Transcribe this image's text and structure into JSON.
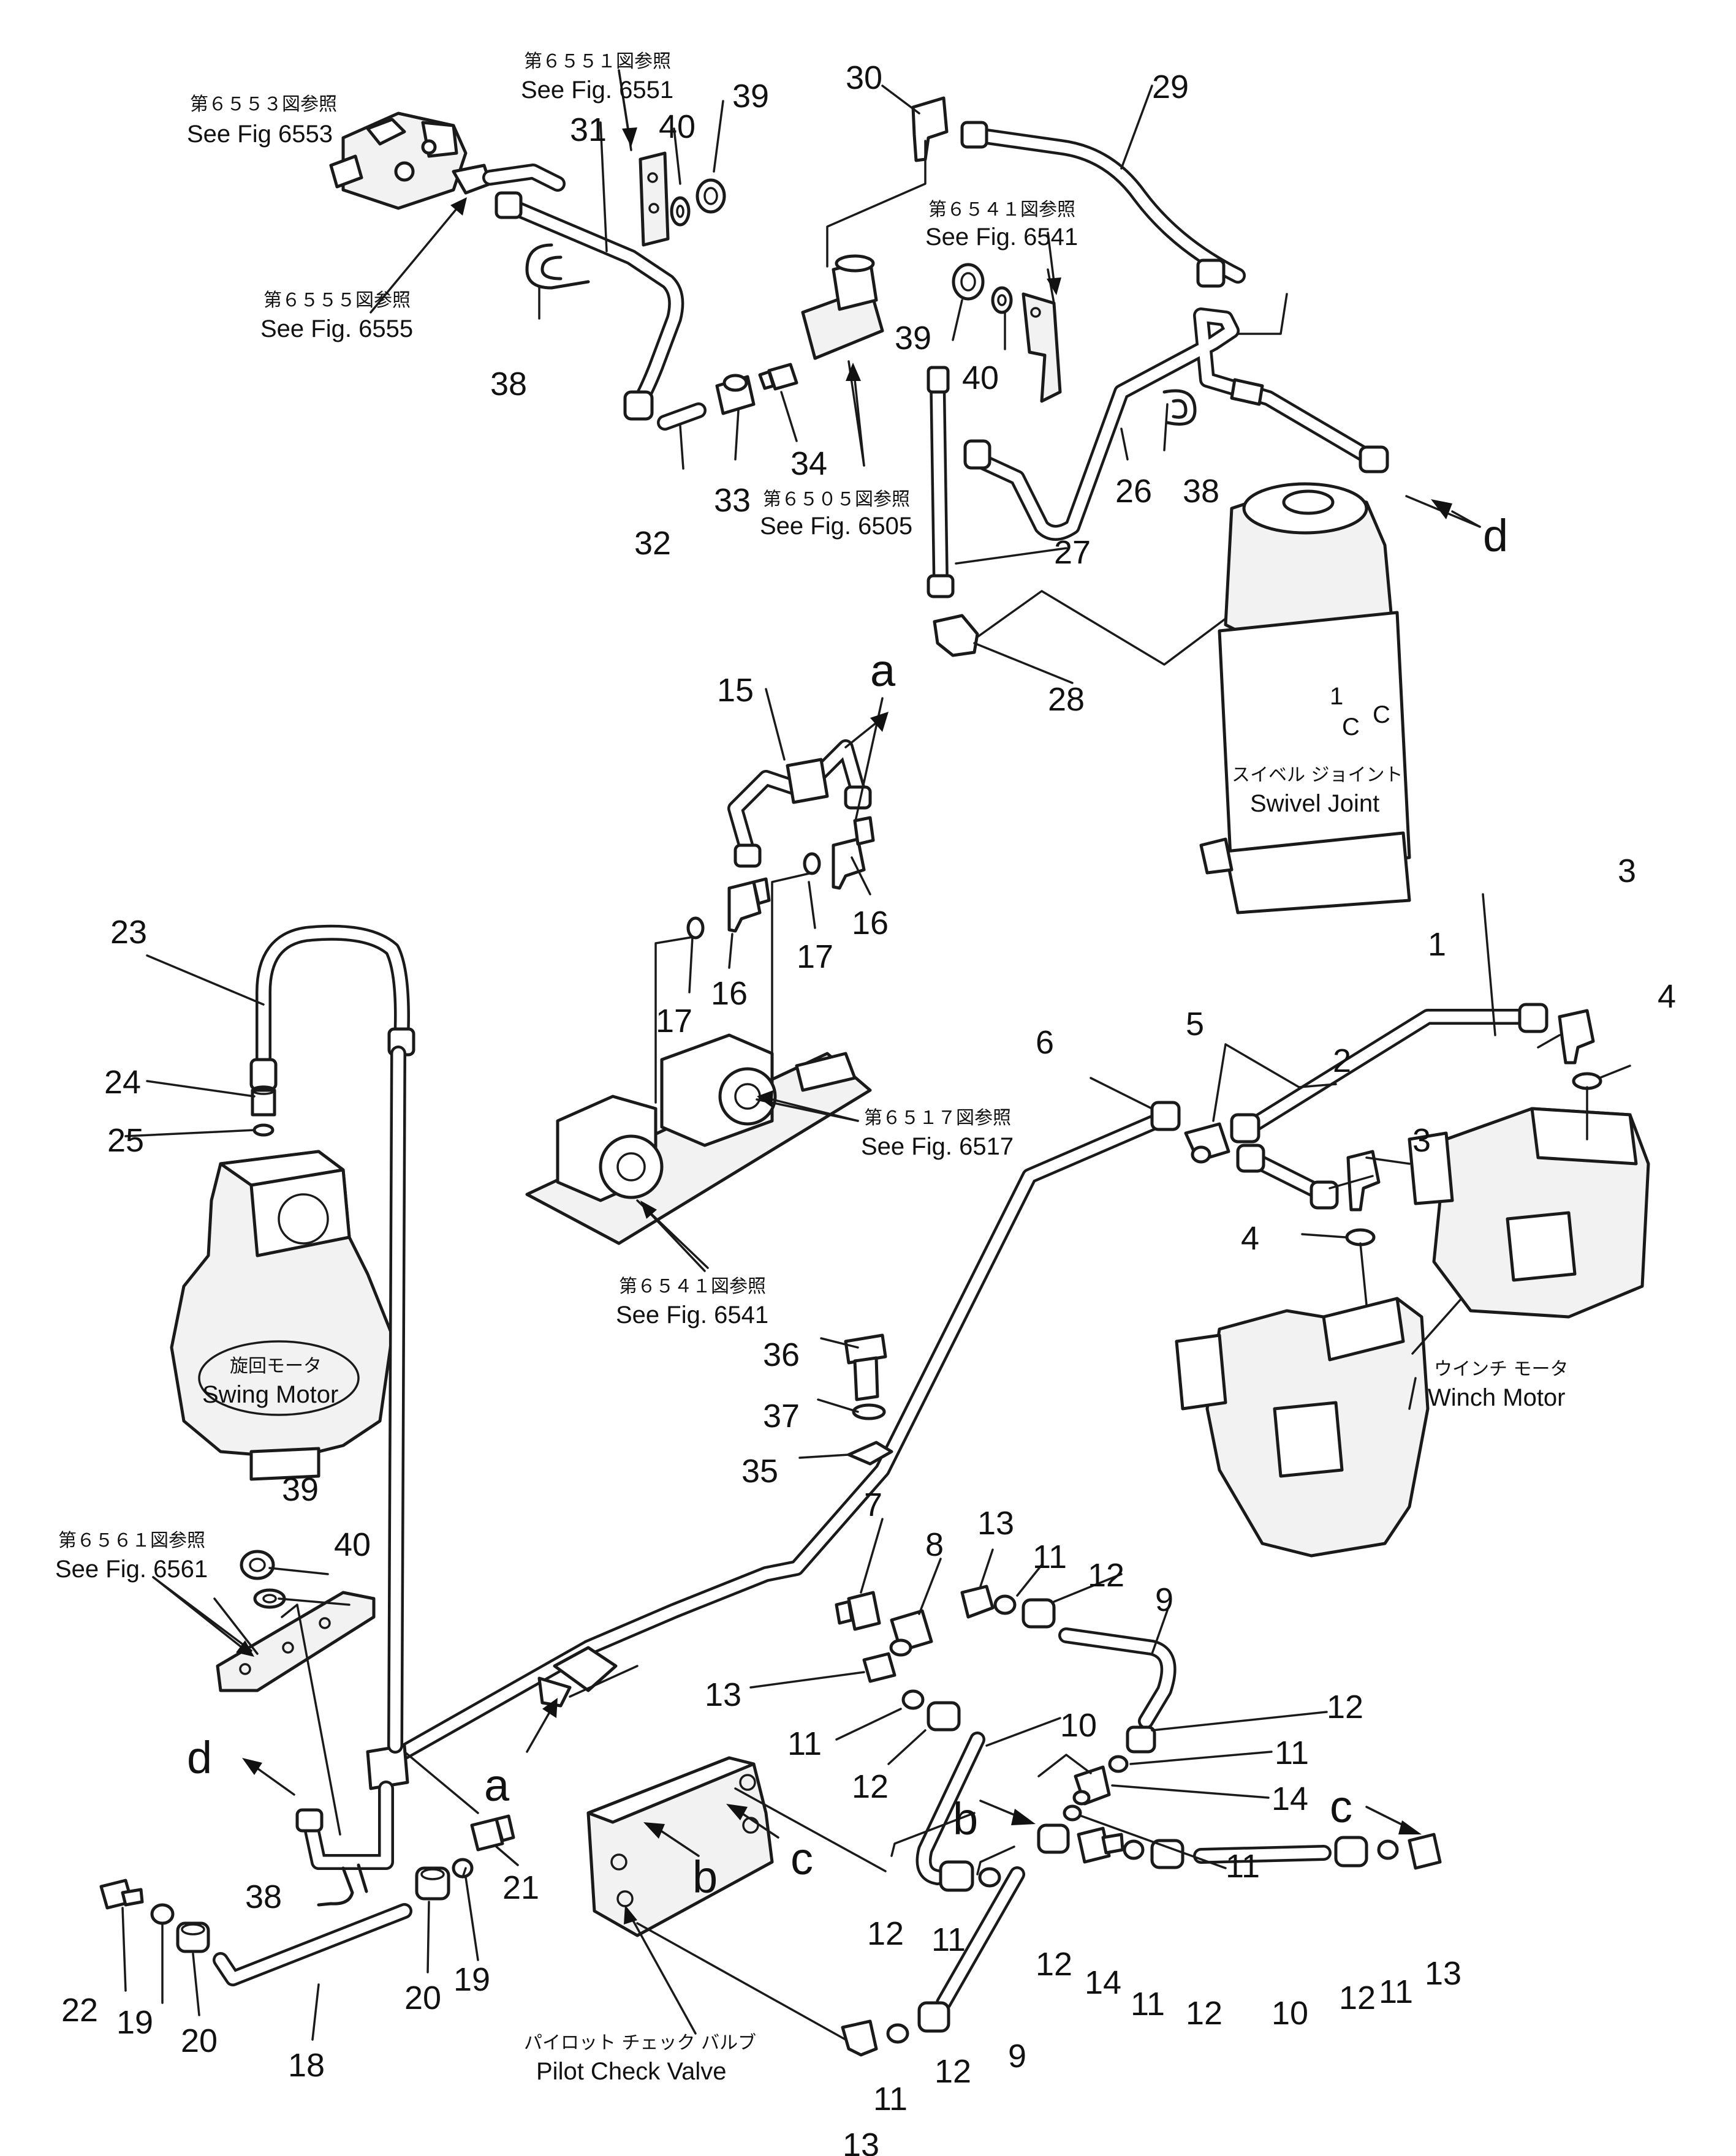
{
  "figure_refs": {
    "fig6553": {
      "jp": "第６５５３図参照",
      "en": "See Fig 6553"
    },
    "fig6551": {
      "jp": "第６５５１図参照",
      "en": "See Fig. 6551"
    },
    "fig6555": {
      "jp": "第６５５５図参照",
      "en": "See Fig. 6555"
    },
    "fig6541a": {
      "jp": "第６５４１図参照",
      "en": "See Fig. 6541"
    },
    "fig6505": {
      "jp": "第６５０５図参照",
      "en": "See Fig. 6505"
    },
    "fig6517": {
      "jp": "第６５１７図参照",
      "en": "See Fig. 6517"
    },
    "fig6541b": {
      "jp": "第６５４１図参照",
      "en": "See Fig. 6541"
    },
    "fig6561": {
      "jp": "第６５６１図参照",
      "en": "See Fig. 6561"
    }
  },
  "components": {
    "swivel_joint": {
      "jp": "スイベル ジョイント",
      "en": "Swivel Joint"
    },
    "swing_motor": {
      "jp": "旋回モータ",
      "en": "Swing Motor"
    },
    "winch_motor": {
      "jp": "ウインチ モータ",
      "en": "Winch Motor"
    },
    "pilot_check_valve": {
      "jp": "パイロット チェック バルブ",
      "en": "Pilot Check Valve"
    }
  },
  "connection_letters": {
    "a": "a",
    "b": "b",
    "c": "c",
    "d": "d"
  },
  "part_numbers": {
    "p1": "1",
    "p2": "2",
    "p3": "3",
    "p4": "4",
    "p5": "5",
    "p6": "6",
    "p7": "7",
    "p8": "8",
    "p9": "9",
    "p10": "10",
    "p11": "11",
    "p12": "12",
    "p13": "13",
    "p14": "14",
    "p15": "15",
    "p16": "16",
    "p17": "17",
    "p18": "18",
    "p19": "19",
    "p20": "20",
    "p21": "21",
    "p22": "22",
    "p23": "23",
    "p24": "24",
    "p25": "25",
    "p26": "26",
    "p27": "27",
    "p28": "28",
    "p29": "29",
    "p30": "30",
    "p31": "31",
    "p32": "32",
    "p33": "33",
    "p34": "34",
    "p35": "35",
    "p36": "36",
    "p37": "37",
    "p38": "38",
    "p39": "39",
    "p40": "40"
  }
}
